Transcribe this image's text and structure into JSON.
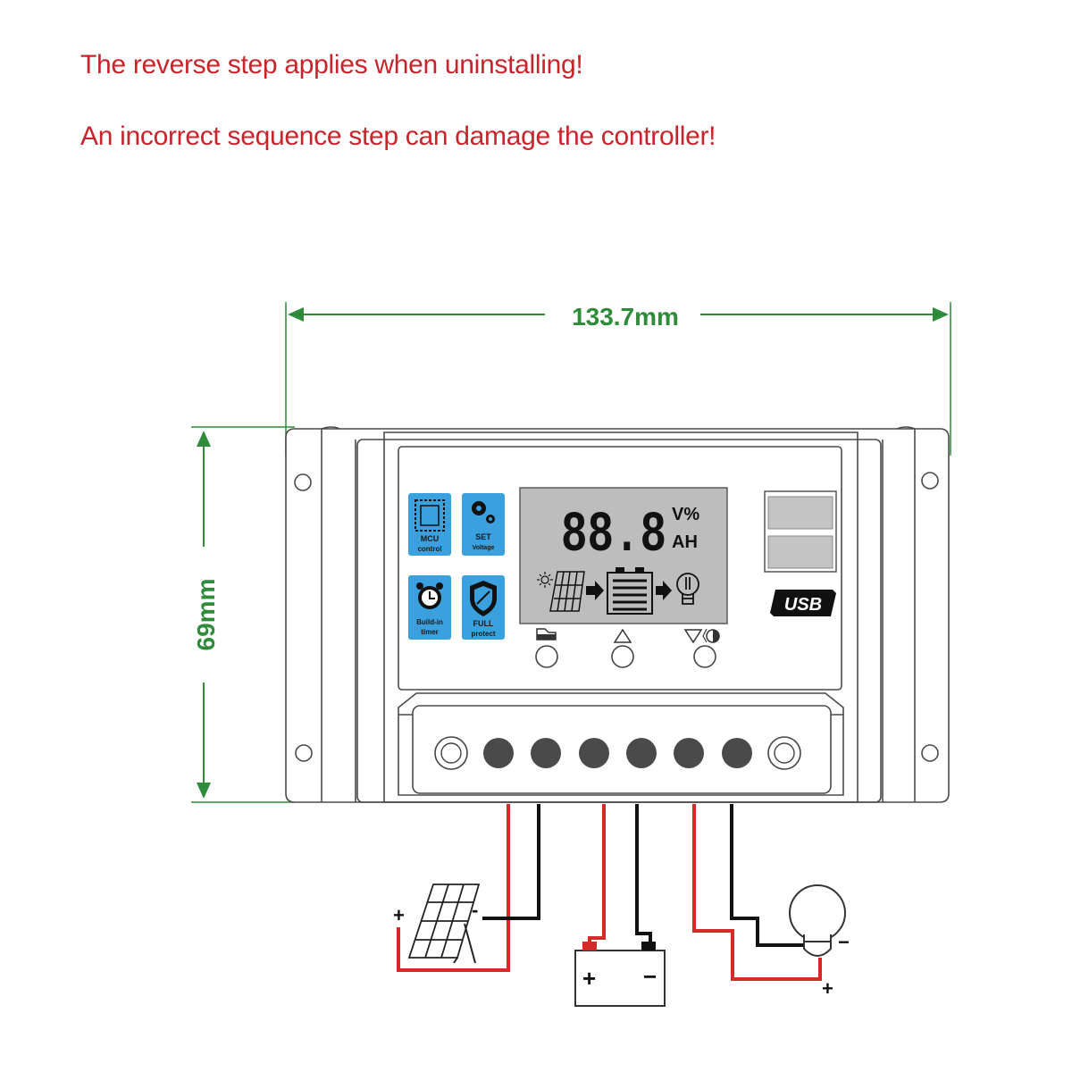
{
  "notes": {
    "reverse_step": "The reverse step applies when uninstalling!",
    "incorrect_sequence": "An incorrect sequence step can damage the controller!"
  },
  "dimensions": {
    "width": "133.7mm",
    "height": "69mm"
  },
  "feature_icons": {
    "mcu": [
      "MCU",
      "control"
    ],
    "set": [
      "SET",
      "Voltage"
    ],
    "timer": [
      "Build-in",
      "timer"
    ],
    "protect": [
      "FULL",
      "protect"
    ]
  },
  "lcd": {
    "digits": "88.8",
    "unit_top": "V%",
    "unit_bottom": "AH"
  },
  "usb_label": "USB",
  "wiring_signs": {
    "solar_plus": "+",
    "solar_minus": "-",
    "battery_plus": "+",
    "battery_minus": "−",
    "load_minus": "−",
    "load_plus": "+"
  },
  "colors": {
    "warning_text": "#c8242b",
    "dimension": "#2e8b3a",
    "positive_wire": "#d42a2a",
    "negative_wire": "#111111",
    "feature_icon_bg": "#3aa0de",
    "lcd_bg": "#bdbdbd"
  },
  "icons": [
    "sun-icon",
    "solar-panel-icon",
    "arrow-icon",
    "battery-icon",
    "bulb-icon",
    "gear-icon",
    "chip-icon",
    "alarm-clock-icon",
    "shield-icon",
    "usb-icon"
  ]
}
